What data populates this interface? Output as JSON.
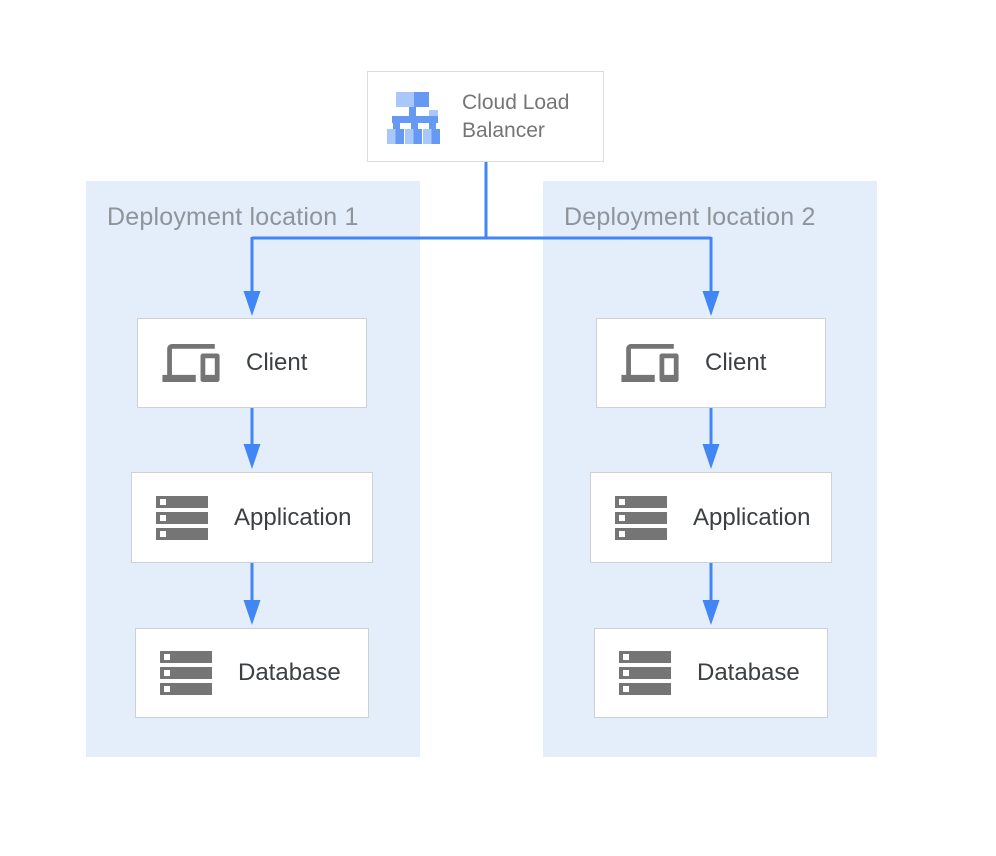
{
  "diagram": {
    "title_node": {
      "label": "Cloud Load Balancer",
      "icon": "load-balancer-icon"
    },
    "groups": [
      {
        "label": "Deployment location 1",
        "nodes": [
          {
            "label": "Client",
            "icon": "devices-icon"
          },
          {
            "label": "Application",
            "icon": "server-stack-icon"
          },
          {
            "label": "Database",
            "icon": "server-stack-icon"
          }
        ]
      },
      {
        "label": "Deployment location 2",
        "nodes": [
          {
            "label": "Client",
            "icon": "devices-icon"
          },
          {
            "label": "Application",
            "icon": "server-stack-icon"
          },
          {
            "label": "Database",
            "icon": "server-stack-icon"
          }
        ]
      }
    ],
    "edges": [
      {
        "from": "Cloud Load Balancer",
        "to": "Client (Deployment location 1)"
      },
      {
        "from": "Cloud Load Balancer",
        "to": "Client (Deployment location 2)"
      },
      {
        "from": "Client (Deployment location 1)",
        "to": "Application (Deployment location 1)"
      },
      {
        "from": "Application (Deployment location 1)",
        "to": "Database (Deployment location 1)"
      },
      {
        "from": "Client (Deployment location 2)",
        "to": "Application (Deployment location 2)"
      },
      {
        "from": "Application (Deployment location 2)",
        "to": "Database (Deployment location 2)"
      }
    ],
    "colors": {
      "connector_blue": "#4285f4",
      "panel_background": "#e4eefb",
      "panel_label_gray": "#8f949a",
      "node_border_gray": "#cdd0d4",
      "lb_border_gray": "#dadce0",
      "lb_text_gray": "#757575",
      "node_text_dark": "#3c4043",
      "icon_gray": "#757575",
      "icon_blue_light": "#a8c7fa",
      "icon_blue_medium": "#6699f3"
    }
  }
}
